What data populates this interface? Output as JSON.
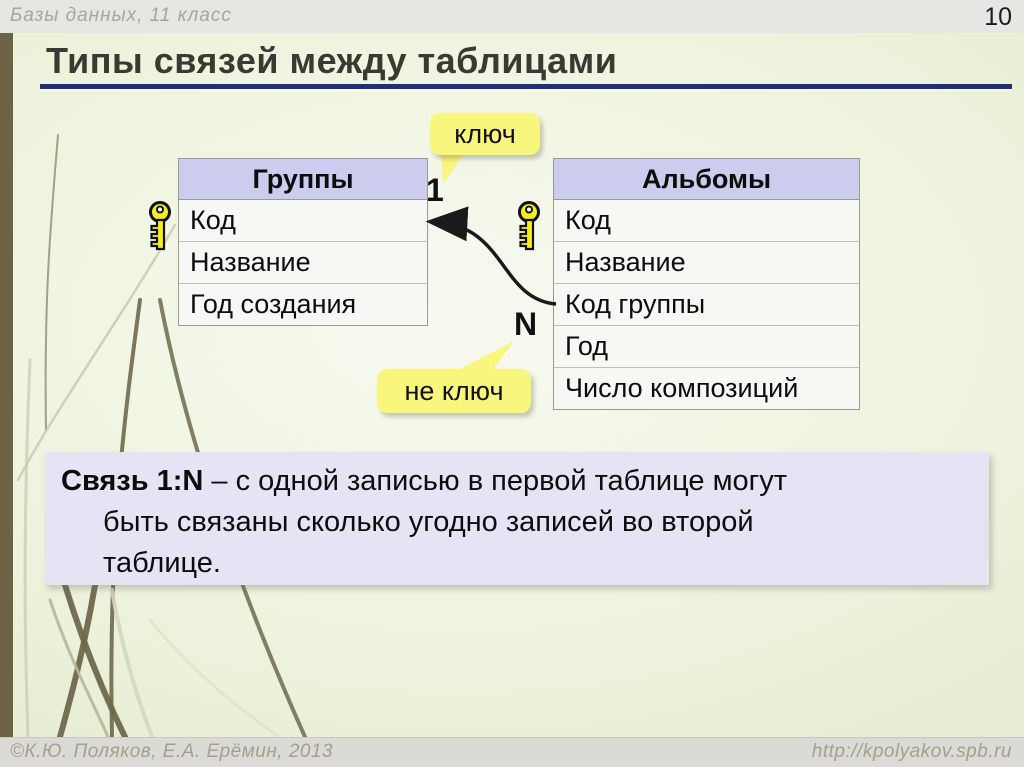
{
  "header": {
    "course_label": "Базы данных, 11 класс",
    "page_number": "10",
    "title": "Типы связей между таблицами"
  },
  "tables": {
    "groups": {
      "title": "Группы",
      "rows": [
        "Код",
        "Название",
        "Год создания"
      ],
      "key_row": "Код"
    },
    "albums": {
      "title": "Альбомы",
      "rows": [
        "Код",
        "Название",
        "Код группы",
        "Год",
        "Число композиций"
      ],
      "key_row": "Код"
    }
  },
  "callouts": {
    "key": "ключ",
    "not_key": "не ключ"
  },
  "relation": {
    "one": "1",
    "many": "N",
    "from_field": "Код группы",
    "to_field": "Код"
  },
  "definition": {
    "term": "Связь 1:N",
    "line1_rest": " – с одной записью в первой таблице могут",
    "line2": "быть связаны сколько угодно записей во второй",
    "line3": "таблице."
  },
  "footer": {
    "copyright": "©К.Ю. Поляков, Е.А. Ерёмин, 2013",
    "url": "http://kpolyakov.spb.ru"
  },
  "colors": {
    "accent_navy": "#232d7e",
    "table_header_bg": "#ccccee",
    "callout_yellow": "#f8f67d",
    "key_yellow": "#f5ee1e",
    "definition_bg": "#e5e4f4",
    "left_bar_olive": "#6c6347"
  }
}
